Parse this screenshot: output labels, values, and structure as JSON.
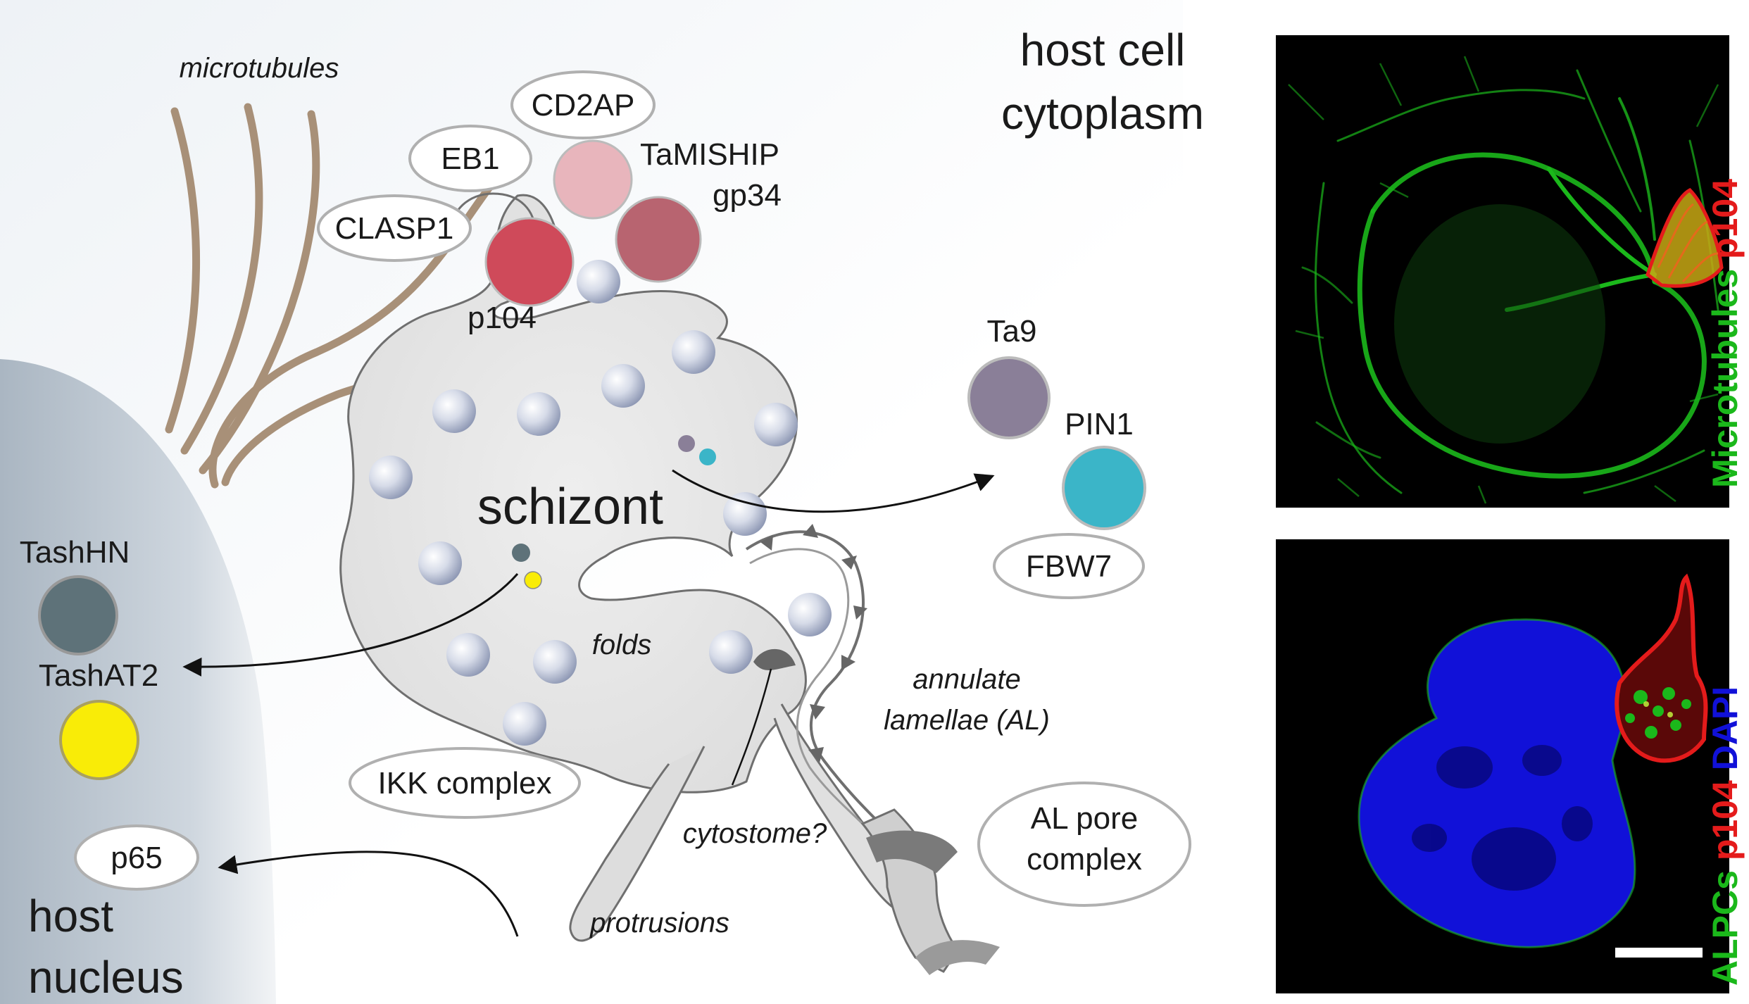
{
  "diagram": {
    "labels": {
      "microtubules": "microtubules",
      "host_cell_line1": "host cell",
      "host_cell_line2": "cytoplasm",
      "cd2ap": "CD2AP",
      "eb1": "EB1",
      "tamiship": "TaMISHIP",
      "gp34": "gp34",
      "clasp1": "CLASP1",
      "p104": "p104",
      "ta9": "Ta9",
      "pin1": "PIN1",
      "fbw7": "FBW7",
      "schizont": "schizont",
      "tashhn": "TashHN",
      "tashat2": "TashAT2",
      "folds": "folds",
      "annulate_line1": "annulate",
      "annulate_line2": "lamellae (AL)",
      "ikk": "IKK complex",
      "p65": "p65",
      "cytostome": "cytostome?",
      "al_pore_line1": "AL pore",
      "al_pore_line2": "complex",
      "protrusions": "protrusions",
      "host_nucleus_line1": "host",
      "host_nucleus_line2": "nucleus"
    },
    "colors": {
      "microtubule": "#a89078",
      "tamiship": "#e8b5bc",
      "gp34": "#b86470",
      "p104": "#cf4a5a",
      "ta9": "#8a7f98",
      "pin1": "#3bb5c8",
      "tashhn": "#5e7279",
      "tashat2": "#f9ec07",
      "nucleus": "#c0c9d3"
    }
  },
  "micrographs": {
    "top": {
      "label_green": "Microtubules",
      "label_red": "p104",
      "green": "#1bb81b",
      "red": "#e41b1b"
    },
    "bottom": {
      "label_green": "ALPCs",
      "label_red": "p104",
      "label_blue": "DAPI",
      "green": "#1bb81b",
      "red": "#e41b1b",
      "blue": "#1111d8"
    }
  }
}
